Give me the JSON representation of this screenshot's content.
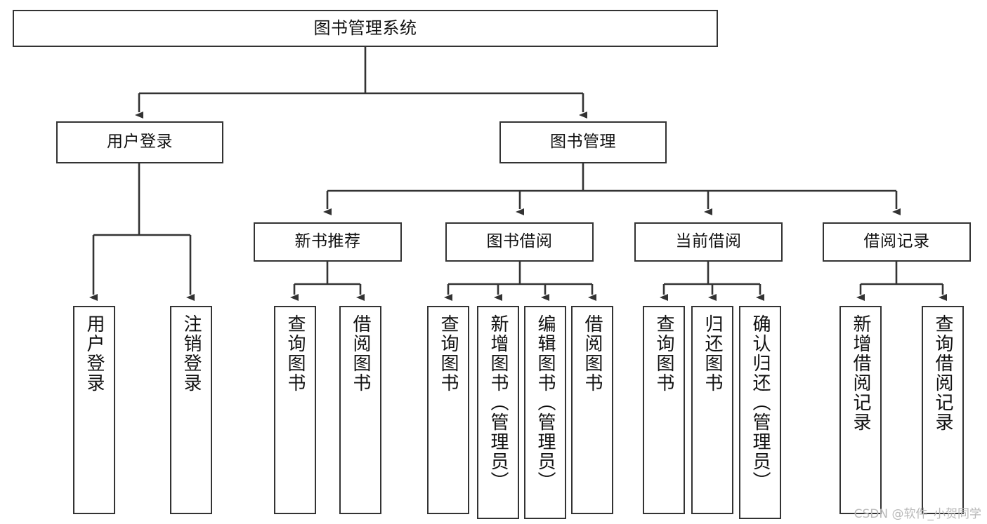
{
  "diagram": {
    "type": "tree",
    "title": "图书管理系统",
    "watermark": "CSDN @软件_小贺同学",
    "nodes": {
      "root": {
        "label": "图书管理系统"
      },
      "level2": [
        {
          "id": "user-login",
          "label": "用户登录"
        },
        {
          "id": "book-manage",
          "label": "图书管理"
        }
      ],
      "level3": [
        {
          "id": "new-book-recommend",
          "label": "新书推荐"
        },
        {
          "id": "book-borrow",
          "label": "图书借阅"
        },
        {
          "id": "current-borrow",
          "label": "当前借阅"
        },
        {
          "id": "borrow-record",
          "label": "借阅记录"
        }
      ],
      "leaves": {
        "user_login": [
          {
            "id": "leaf-user-login",
            "label": "用户登录"
          },
          {
            "id": "leaf-logout-login",
            "label": "注销登录"
          }
        ],
        "new_book_recommend": [
          {
            "id": "leaf-query-book-1",
            "label": "查询图书"
          },
          {
            "id": "leaf-borrow-book-1",
            "label": "借阅图书"
          }
        ],
        "book_borrow": [
          {
            "id": "leaf-query-book-2",
            "label": "查询图书"
          },
          {
            "id": "leaf-add-book",
            "label": "新增图书（管理员）"
          },
          {
            "id": "leaf-edit-book",
            "label": "编辑图书（管理员）"
          },
          {
            "id": "leaf-borrow-book-2",
            "label": "借阅图书"
          }
        ],
        "current_borrow": [
          {
            "id": "leaf-query-book-3",
            "label": "查询图书"
          },
          {
            "id": "leaf-return-book",
            "label": "归还图书"
          },
          {
            "id": "leaf-confirm-return",
            "label": "确认归还（管理员）"
          }
        ],
        "borrow_record": [
          {
            "id": "leaf-add-borrow-record",
            "label": "新增借阅记录"
          },
          {
            "id": "leaf-query-borrow-record",
            "label": "查询借阅记录"
          }
        ]
      }
    },
    "colors": {
      "background": "#ffffff",
      "box_border": "#333333",
      "box_fill": "#ffffff",
      "edge": "#333333",
      "text": "#111111",
      "watermark": "#b9b9b9"
    }
  }
}
